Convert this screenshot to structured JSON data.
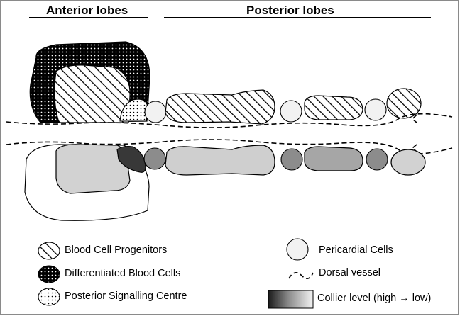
{
  "headers": {
    "anterior": "Anterior lobes",
    "posterior": "Posterior lobes"
  },
  "legend": {
    "progenitors": {
      "label": "Blood Cell Progenitors",
      "icon": "diagonal-hatch-icon"
    },
    "differentiated": {
      "label": "Differentiated Blood Cells",
      "icon": "dense-dots-icon"
    },
    "psc": {
      "label": "Posterior Signalling Centre",
      "icon": "sparse-dots-icon"
    },
    "pericardial": {
      "label": "Pericardial Cells",
      "icon": "circle-icon"
    },
    "dorsal_vessel": {
      "label": "Dorsal vessel",
      "icon": "dashed-line-icon"
    },
    "collier": {
      "label": "Collier level (high → low)",
      "icon": "gradient-bar-icon"
    }
  },
  "colors": {
    "collier_high": "#2b2b2b",
    "collier_mid": "#8c8c8c",
    "collier_low": "#d2d2d2",
    "pericardial_fill": "#f2f2f2"
  }
}
